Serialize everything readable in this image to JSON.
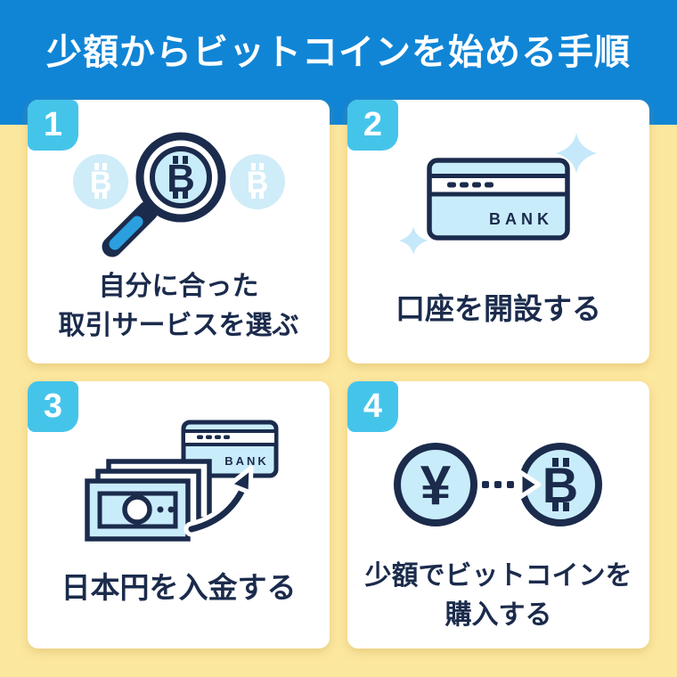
{
  "colors": {
    "header_bg": "#1085D6",
    "page_bg": "#FCE79F",
    "card_bg": "#FFFFFF",
    "badge_bg": "#45C4EA",
    "navy_ink": "#1B2B4C",
    "icon_fill_light_blue": "#C9ECFA",
    "icon_fill_pale_blue": "#CFECF9",
    "sparkle_blue": "#C5E8FA",
    "magnifier_handle_blue": "#2B9FE0"
  },
  "header": {
    "title": "少額からビットコインを始める手順"
  },
  "steps": [
    {
      "number": "1",
      "icon": "magnifier-over-bitcoin",
      "lines": [
        "自分に合った",
        "取引サービスを選ぶ"
      ]
    },
    {
      "number": "2",
      "icon": "bank-card",
      "lines": [
        "口座を開設する"
      ]
    },
    {
      "number": "3",
      "icon": "cash-deposit-to-bank",
      "lines": [
        "日本円を入金する"
      ]
    },
    {
      "number": "4",
      "icon": "yen-to-bitcoin-exchange",
      "lines": [
        "少額でビットコインを",
        "購入する"
      ]
    }
  ],
  "icon_text": {
    "bank": "BANK",
    "yen": "¥",
    "bitcoin_b": "B"
  }
}
